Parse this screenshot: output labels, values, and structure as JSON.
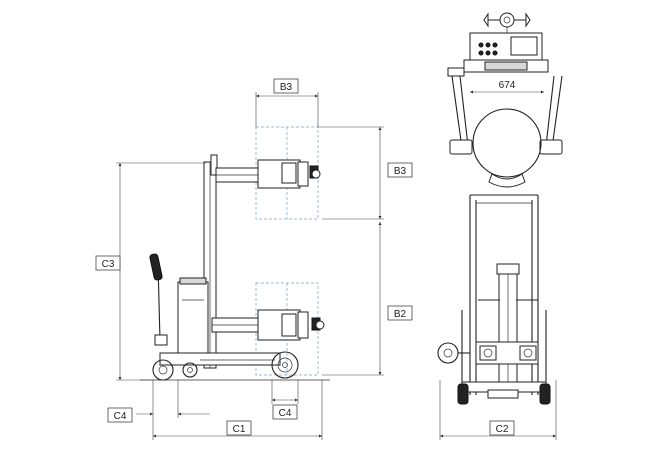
{
  "labels": {
    "b3_top": "B3",
    "b3_side": "B3",
    "c3": "C3",
    "b2": "B2",
    "c4_left": "C4",
    "c4_right": "C4",
    "c1": "C1",
    "c2": "C2",
    "width_674": "674"
  },
  "colors": {
    "line": "#222222",
    "construction": "#7aa3c9",
    "background": "#ffffff"
  }
}
